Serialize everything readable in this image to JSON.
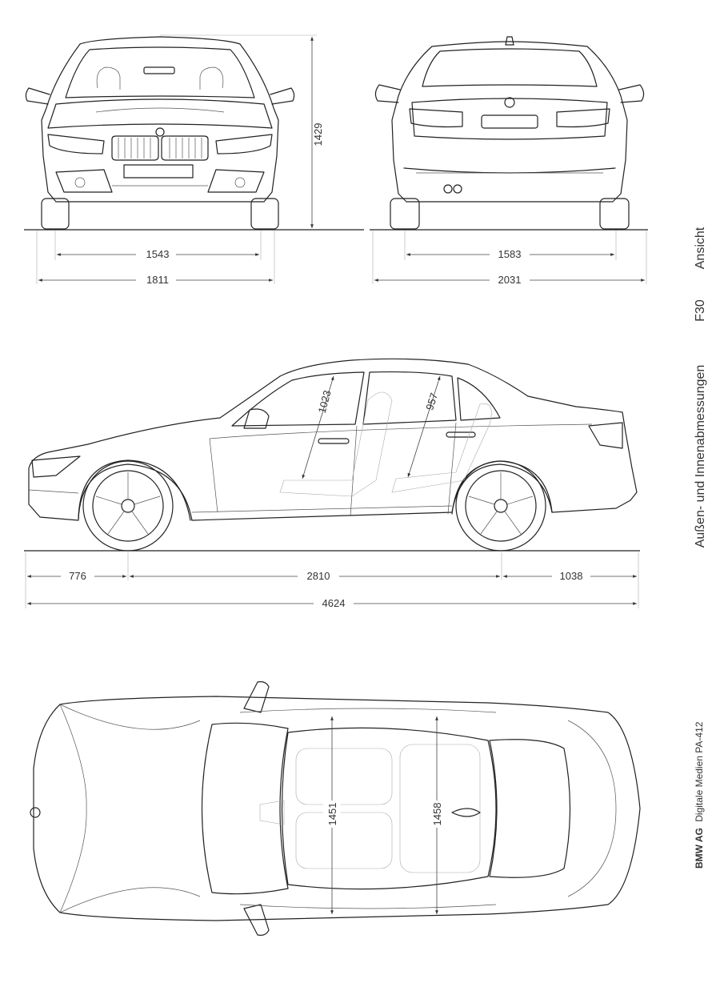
{
  "sidebar": {
    "view_label": "Ansicht",
    "model_code": "F30",
    "subtitle": "Außen- und Innenabmessungen"
  },
  "footer": {
    "brand": "BMW AG",
    "publisher": "Digitale Medien PA-412"
  },
  "dimensions": {
    "front_height": "1429",
    "front_track": "1543",
    "width_body": "1811",
    "rear_track": "1583",
    "width_mirrors": "2031",
    "front_headroom": "1023",
    "rear_headroom": "957",
    "front_overhang": "776",
    "wheelbase": "2810",
    "rear_overhang": "1038",
    "length": "4624",
    "front_shoulder_width": "1451",
    "rear_shoulder_width": "1458"
  },
  "colors": {
    "line": "#222222",
    "background": "#ffffff"
  }
}
